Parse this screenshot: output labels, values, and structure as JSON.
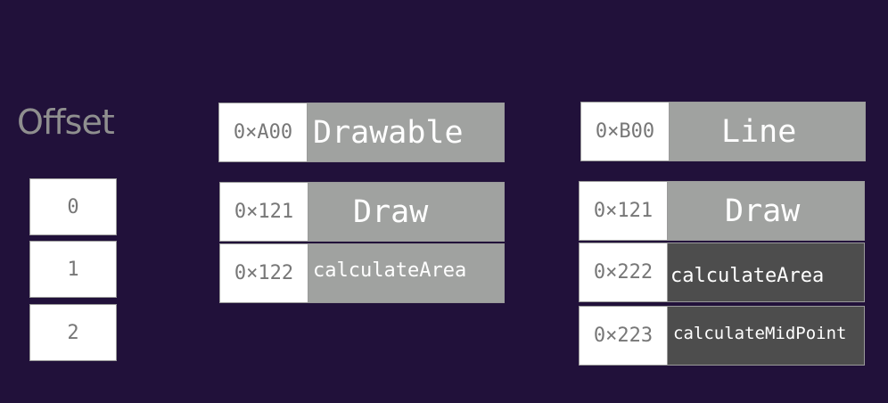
{
  "offset": {
    "title": "Offset",
    "values": [
      "0",
      "1",
      "2"
    ]
  },
  "vtable_left": {
    "header": {
      "address": "0×A00",
      "label": "Drawable"
    },
    "entries": [
      {
        "address": "0×121",
        "label": "Draw"
      },
      {
        "address": "0×122",
        "label": "calculateArea"
      }
    ]
  },
  "vtable_right": {
    "header": {
      "address": "0×B00",
      "label": "Line"
    },
    "entries": [
      {
        "address": "0×121",
        "label": "Draw"
      },
      {
        "address": "0×222",
        "label": "calculateArea"
      },
      {
        "address": "0×223",
        "label": "calculateMidPoint"
      }
    ]
  },
  "colors": {
    "background": "#21113a",
    "inherited_cell": "#a0a2a0",
    "overridden_cell": "#4d4d4d",
    "address_cell": "#ffffff",
    "address_text": "#777777",
    "offset_title": "#8f8f8f"
  }
}
